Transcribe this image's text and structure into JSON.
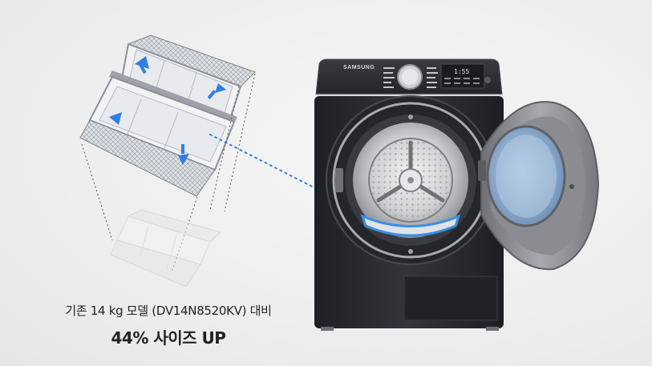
{
  "product": {
    "brand_mark": "SAMSUNG",
    "display_readout": "1:55"
  },
  "caption": {
    "line1": "기존 14 kg 모델 (DV14N8520KV) 대비",
    "line2": "44% 사이즈 UP"
  },
  "colors": {
    "background": "#efefef",
    "dryer_body": "#2b2c31",
    "door_gray": "#8e9095",
    "highlight_blue": "#3a8ee6",
    "arrow_blue": "#2f7fe0"
  }
}
